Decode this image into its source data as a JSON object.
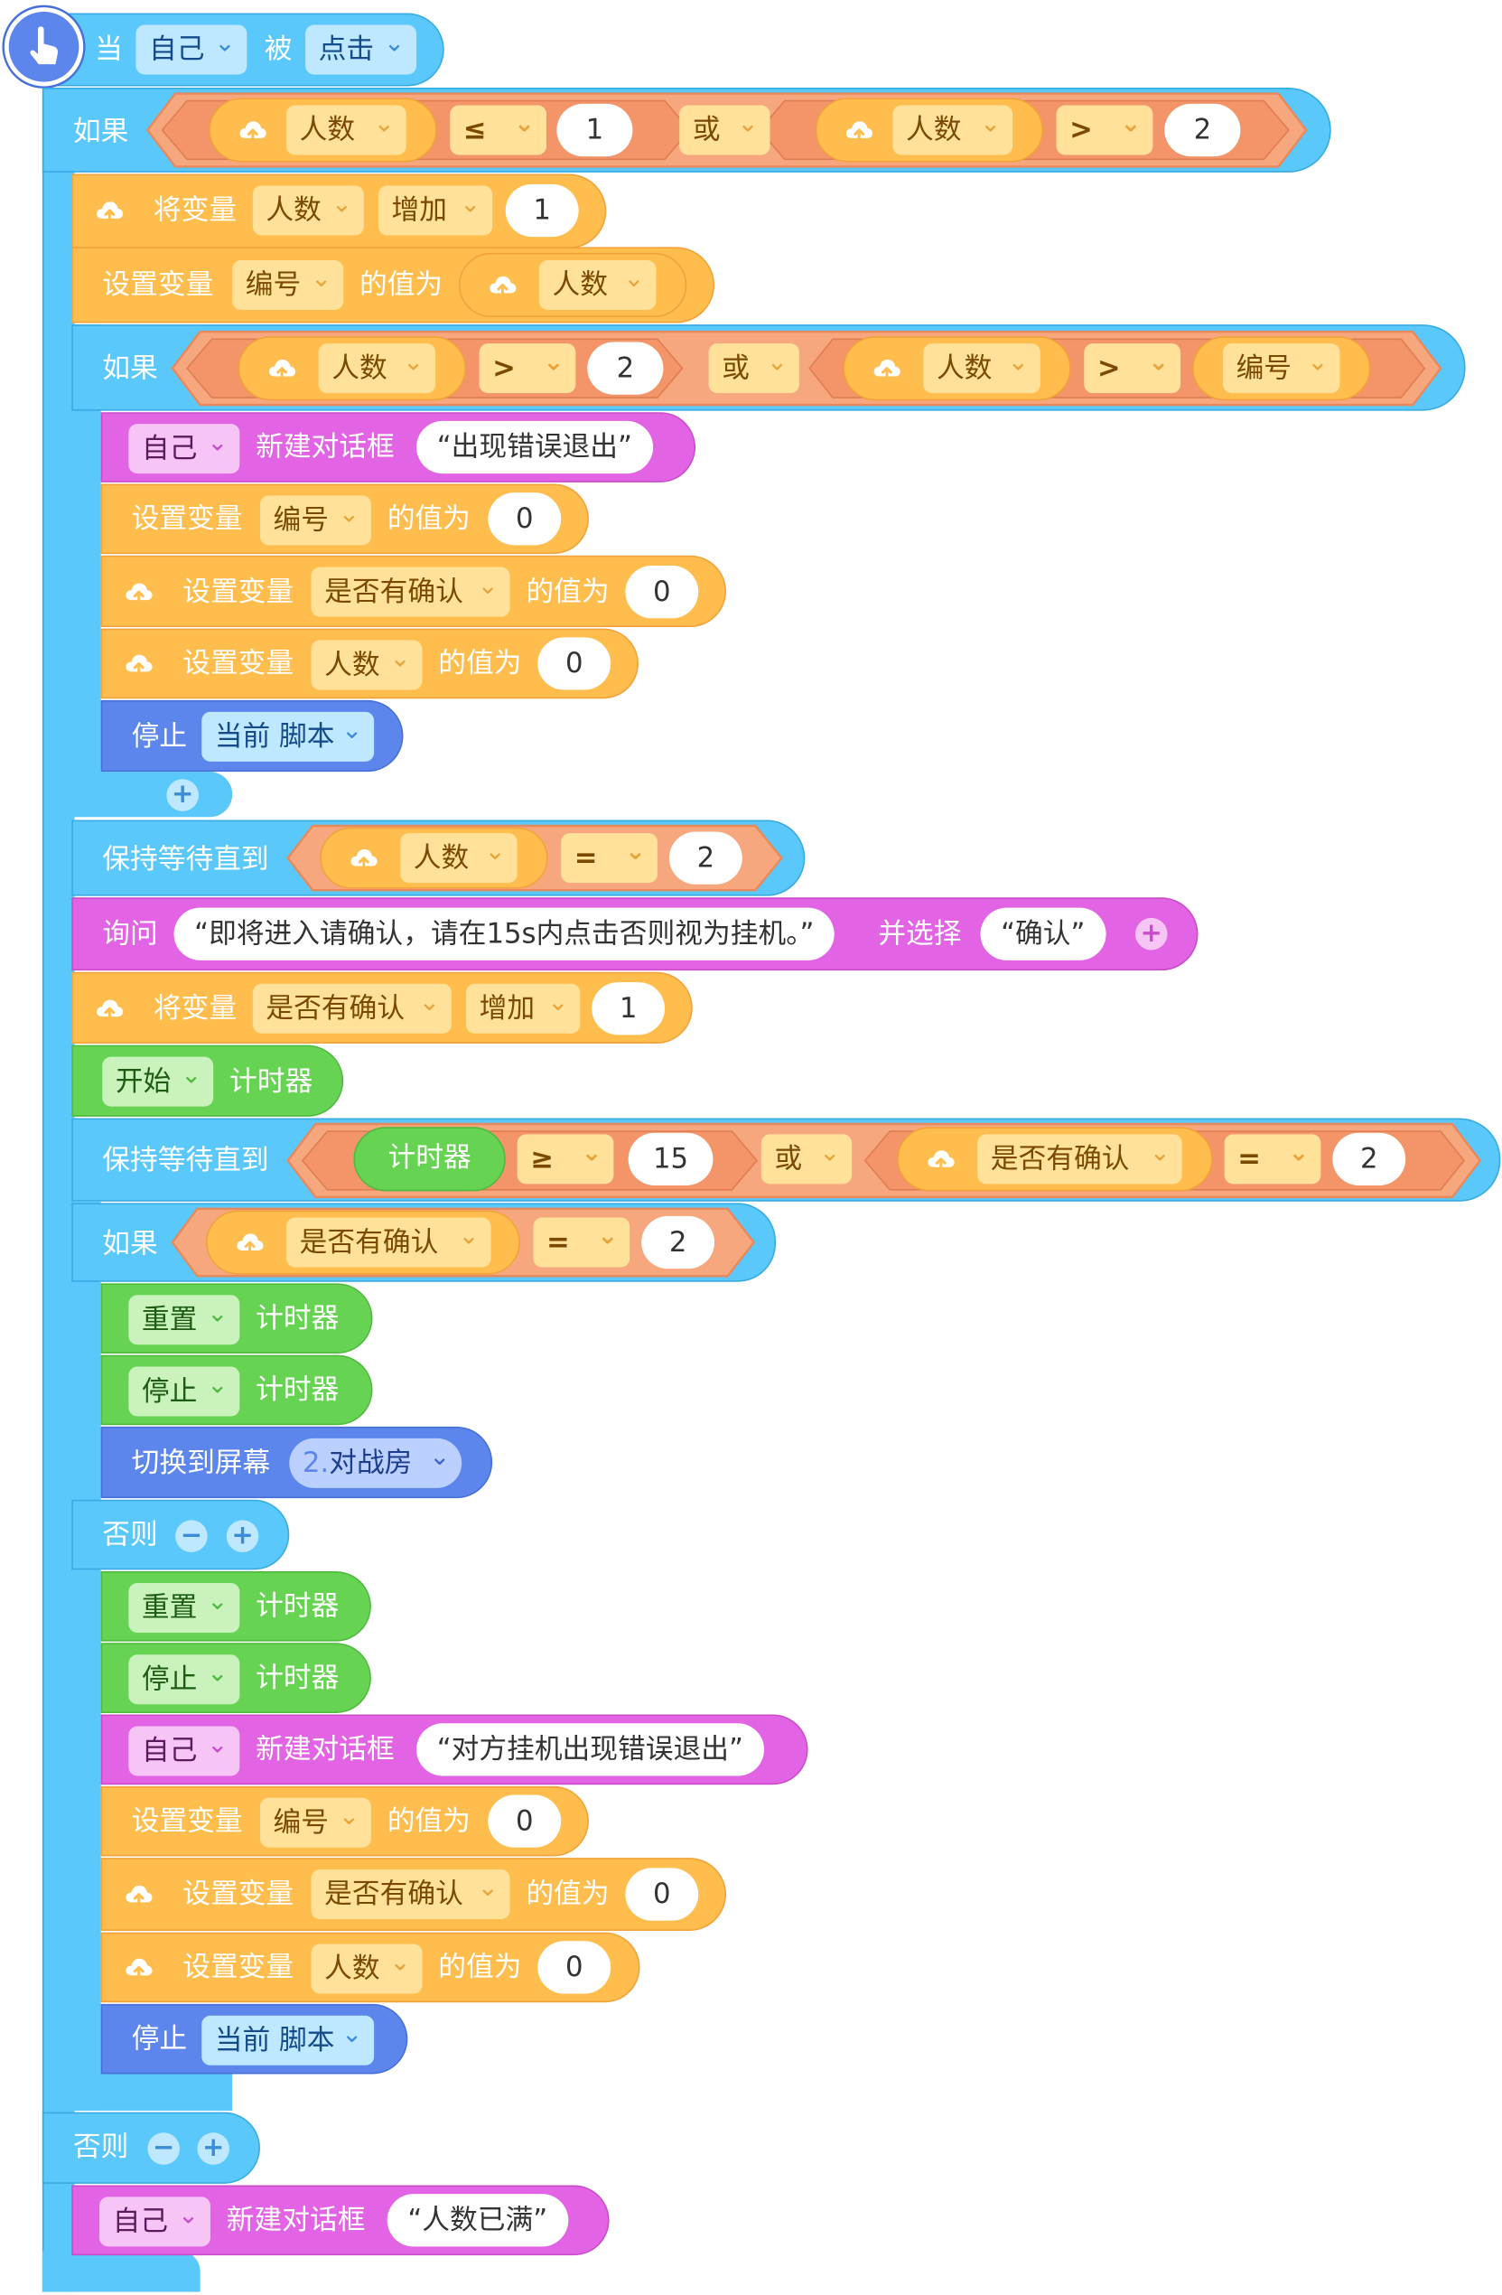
{
  "hat": {
    "when": "当",
    "target": "自己",
    "clicked": "被",
    "event": "点击"
  },
  "if1": {
    "label": "如果",
    "cond": {
      "a_var": "人数",
      "a_op": "≤",
      "a_val": "1",
      "or": "或",
      "b_var": "人数",
      "b_op": ">",
      "b_val": "2"
    }
  },
  "inc1": {
    "label": "将变量",
    "var": "人数",
    "op": "增加",
    "val": "1"
  },
  "set1": {
    "label": "设置变量",
    "var": "编号",
    "mid": "的值为",
    "val_var": "人数"
  },
  "if2": {
    "label": "如果",
    "cond": {
      "a_var": "人数",
      "a_op": ">",
      "a_val": "2",
      "or": "或",
      "b_var": "人数",
      "b_op": ">",
      "b_var2": "编号"
    }
  },
  "if2_body": {
    "dialog": {
      "target": "自己",
      "label": "新建对话框",
      "text": "“出现错误退出”"
    },
    "set_a": {
      "label": "设置变量",
      "var": "编号",
      "mid": "的值为",
      "val": "0"
    },
    "set_b": {
      "label": "设置变量",
      "var": "是否有确认",
      "mid": "的值为",
      "val": "0"
    },
    "set_c": {
      "label": "设置变量",
      "var": "人数",
      "mid": "的值为",
      "val": "0"
    },
    "stop": {
      "label": "停止",
      "opt": "当前 脚本"
    },
    "add": "+"
  },
  "wait1": {
    "label": "保持等待直到",
    "var": "人数",
    "op": "=",
    "val": "2"
  },
  "ask": {
    "label": "询问",
    "question": "“即将进入请确认，请在15s内点击否则视为挂机。”",
    "choose": "并选择",
    "option": "“确认”",
    "add": "+"
  },
  "inc2": {
    "label": "将变量",
    "var": "是否有确认",
    "op": "增加",
    "val": "1"
  },
  "timer_start": {
    "opt": "开始",
    "label": "计时器"
  },
  "wait2": {
    "label": "保持等待直到",
    "timer": "计时器",
    "op1": "≥",
    "val1": "15",
    "or": "或",
    "var": "是否有确认",
    "op2": "=",
    "val2": "2"
  },
  "if3": {
    "label": "如果",
    "var": "是否有确认",
    "op": "=",
    "val": "2"
  },
  "if3_then": {
    "reset": {
      "opt": "重置",
      "label": "计时器"
    },
    "stop_t": {
      "opt": "停止",
      "label": "计时器"
    },
    "switch": {
      "label": "切换到屏幕",
      "num": "2.",
      "screen": "对战房"
    }
  },
  "else3": {
    "label": "否则",
    "minus": "−",
    "plus": "+"
  },
  "if3_else": {
    "reset": {
      "opt": "重置",
      "label": "计时器"
    },
    "stop_t": {
      "opt": "停止",
      "label": "计时器"
    },
    "dialog": {
      "target": "自己",
      "label": "新建对话框",
      "text": "“对方挂机出现错误退出”"
    },
    "set_a": {
      "label": "设置变量",
      "var": "编号",
      "mid": "的值为",
      "val": "0"
    },
    "set_b": {
      "label": "设置变量",
      "var": "是否有确认",
      "mid": "的值为",
      "val": "0"
    },
    "set_c": {
      "label": "设置变量",
      "var": "人数",
      "mid": "的值为",
      "val": "0"
    },
    "stop": {
      "label": "停止",
      "opt": "当前 脚本"
    }
  },
  "else1": {
    "label": "否则",
    "minus": "−",
    "plus": "+"
  },
  "else1_body": {
    "dialog": {
      "target": "自己",
      "label": "新建对话框",
      "text": "“人数已满”"
    }
  },
  "colors": {
    "control": "#5ac8fb",
    "variable": "#ffbd4d",
    "dialog": "#e263e3",
    "timer": "#67d353",
    "screen": "#5c86ec",
    "operator": "#f7a77e"
  },
  "icons": {
    "hat": "pointer-hand-icon",
    "cloud": "cloud-upload-icon"
  }
}
